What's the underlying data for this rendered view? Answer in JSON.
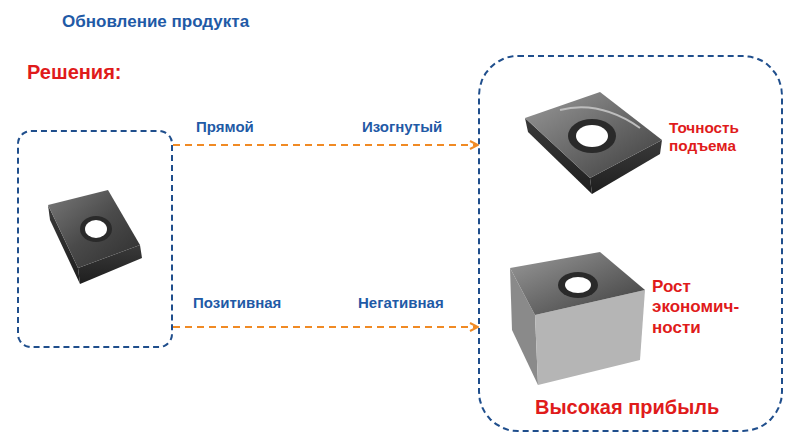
{
  "diagram": {
    "title": "Обновление продукта",
    "nodes": [
      {
        "text": []
      },
      {
        "text": [
          "Точность подъема",
          "Рост экономич- ности",
          "Высокая прибыль"
        ]
      }
    ],
    "edges": [
      {
        "from": 0,
        "to": 1,
        "arrow": "to",
        "label": "Прямой"
      },
      {
        "from": 0,
        "to": 1,
        "arrow": "to",
        "label": "Позитивная"
      }
    ],
    "labels": [
      "Решения:",
      "Изогнутый",
      "Негативная"
    ]
  }
}
